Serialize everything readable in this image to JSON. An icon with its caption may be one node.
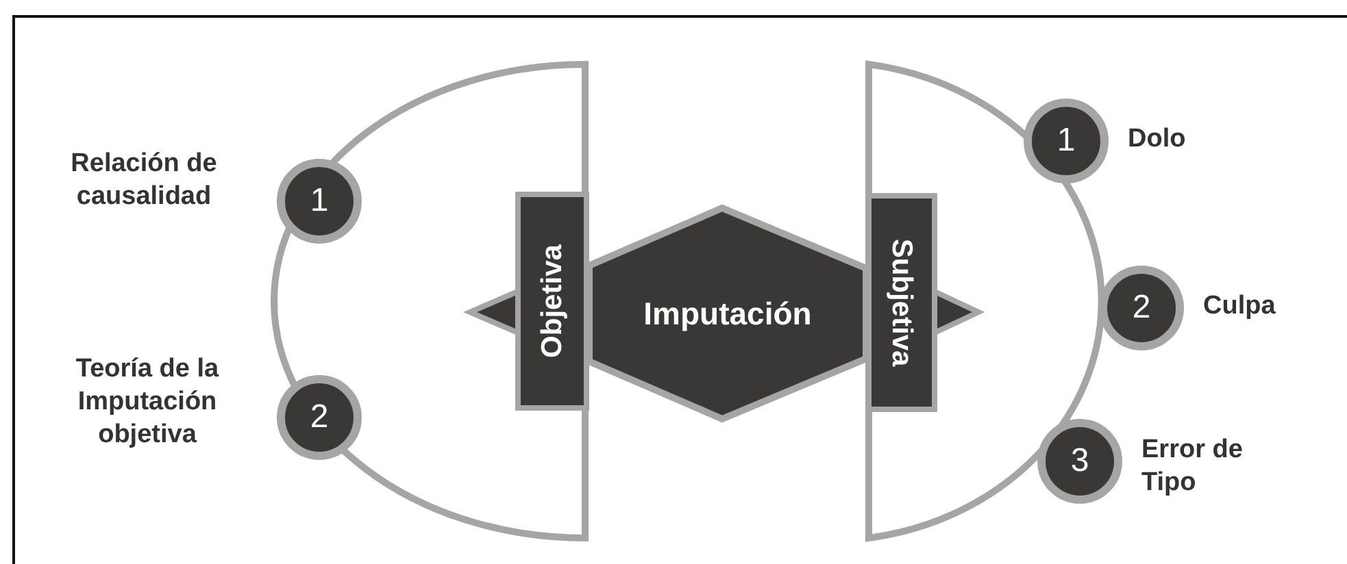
{
  "diagram": {
    "nodes": [
      {
        "text": [
          "Imputación"
        ]
      },
      {
        "text": [
          "Objetiva"
        ]
      },
      {
        "text": [
          "Subjetiva"
        ]
      },
      {
        "text": [
          "1"
        ],
        "beside": [
          "Relación de causalidad"
        ]
      },
      {
        "text": [
          "2"
        ],
        "beside": [
          "Teoría de la Imputación objetiva"
        ]
      },
      {
        "text": [
          "1"
        ],
        "beside": [
          "Dolo"
        ]
      },
      {
        "text": [
          "2"
        ],
        "beside": [
          "Culpa"
        ]
      },
      {
        "text": [
          "3"
        ],
        "beside": [
          "Error de Tipo"
        ]
      }
    ]
  }
}
